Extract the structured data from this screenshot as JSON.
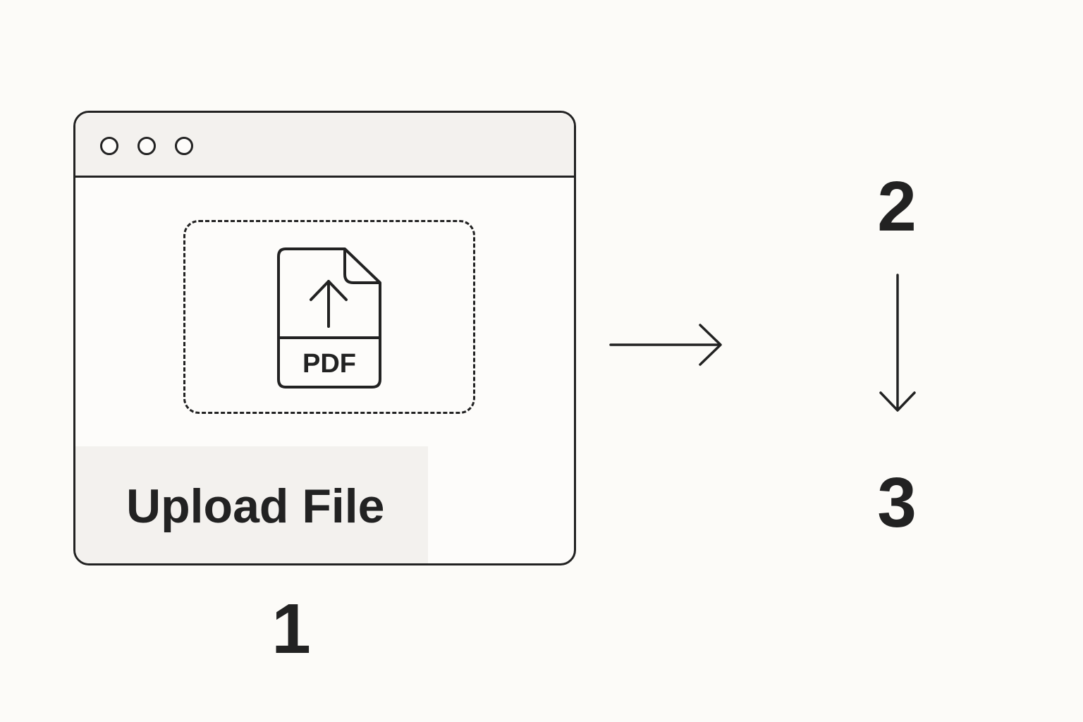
{
  "upload_window": {
    "window_controls": [
      "dot",
      "dot",
      "dot"
    ],
    "file_icon": {
      "icon": "file-upload-icon",
      "format_label": "PDF"
    },
    "action_label": "Upload File"
  },
  "steps": {
    "step1": "1",
    "step2": "2",
    "step3": "3"
  },
  "colors": {
    "background": "#fcfbf8",
    "stroke": "#222222",
    "panel": "#f3f1ee"
  },
  "icons": {
    "right_arrow": "arrow-right-icon",
    "down_arrow": "arrow-down-icon"
  }
}
